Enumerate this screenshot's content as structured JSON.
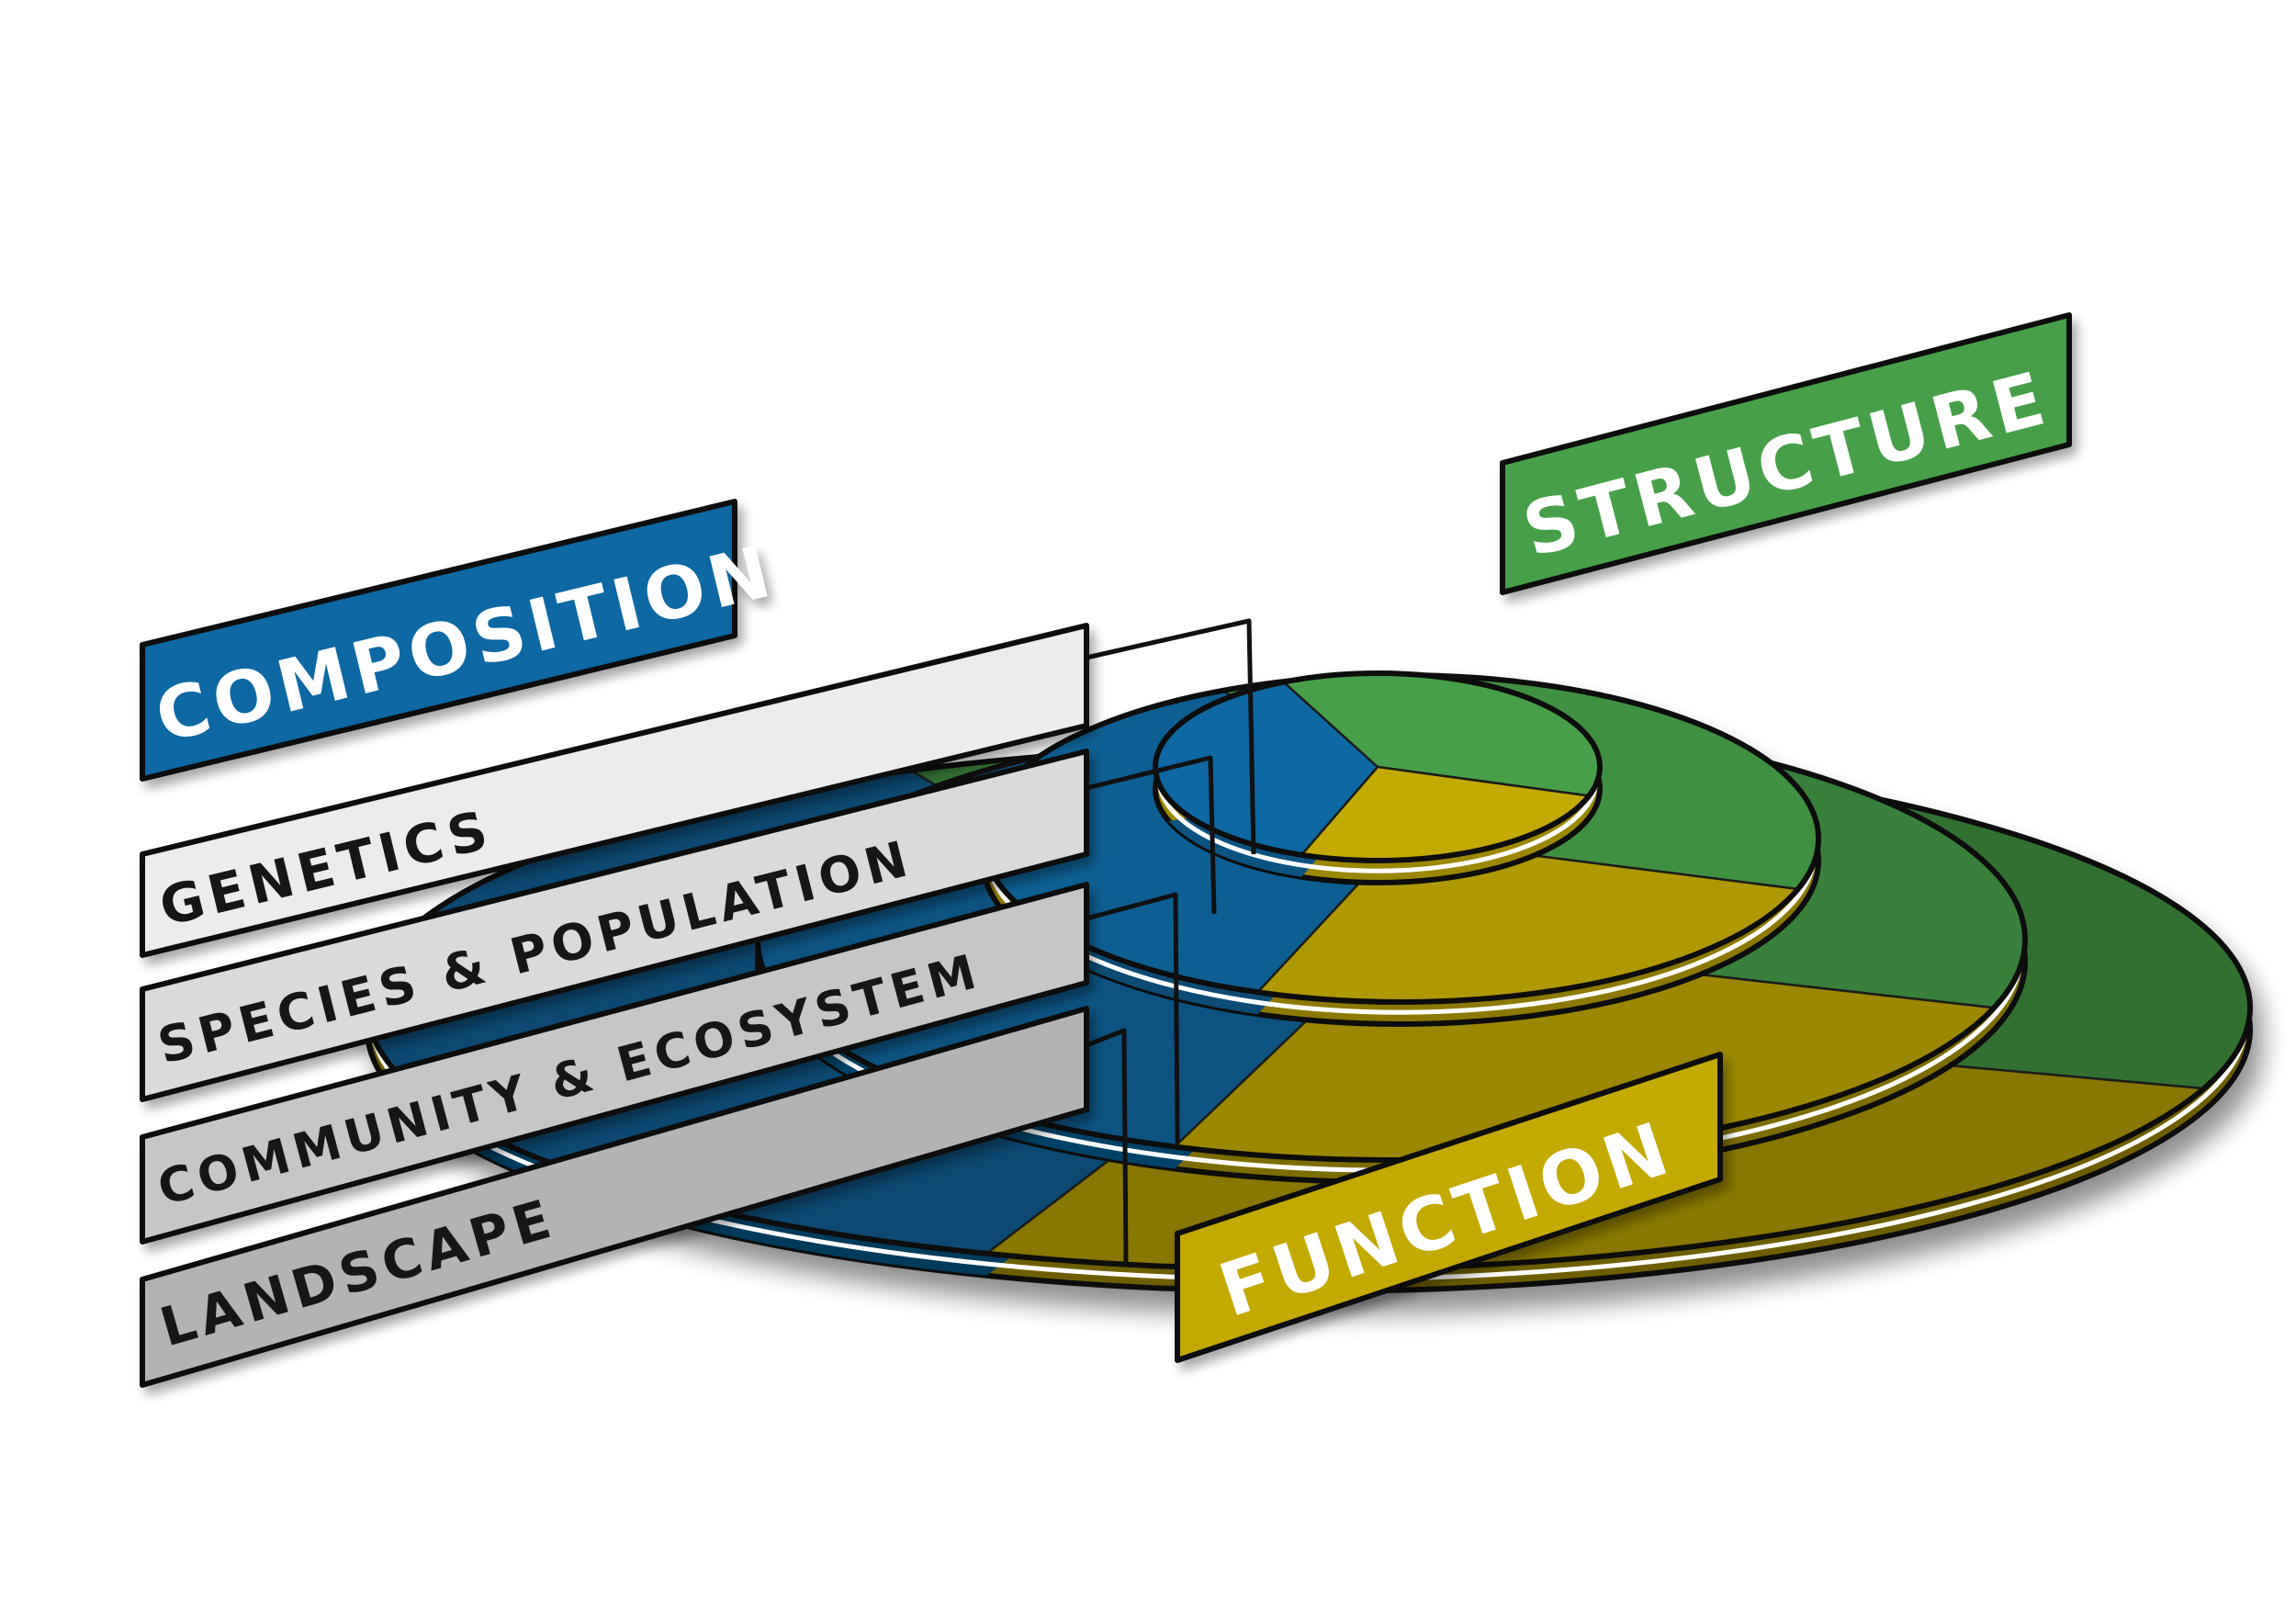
{
  "colors": {
    "composition": "#0a68a3",
    "structure": "#46a049",
    "function": "#c2aa06",
    "outline": "#111111"
  },
  "labels": {
    "composition": "COMPOSITION",
    "structure": "STRUCTURE",
    "function": "FUNCTION"
  },
  "levels": [
    {
      "label": "GENETICS",
      "fill": "#ececec"
    },
    {
      "label": "SPECIES & POPULATION",
      "fill": "#dadada"
    },
    {
      "label": "COMMUNITY & ECOSYSTEM",
      "fill": "#c6c6c6"
    },
    {
      "label": "LANDSCAPE",
      "fill": "#b3b3b3"
    }
  ]
}
